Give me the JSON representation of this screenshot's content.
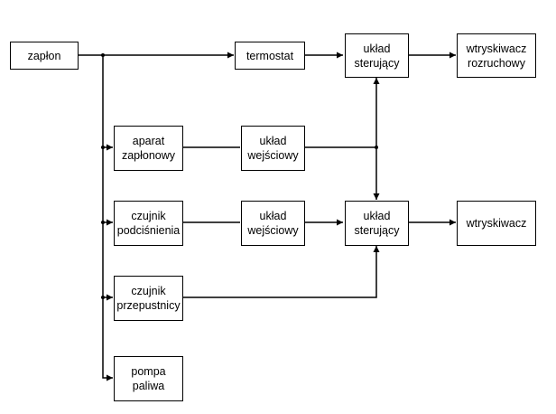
{
  "diagram": {
    "title": "",
    "nodes": {
      "zaplon": {
        "label": "zapłon"
      },
      "termostat": {
        "label": "termostat"
      },
      "uklad_sterujacy_1": {
        "label": "układ\nsterujący"
      },
      "wtryskiwacz_rozruchowy": {
        "label": "wtryskiwacz\nrozruchowy"
      },
      "aparat_zaplonowy": {
        "label": "aparat\nzapłonowy"
      },
      "uklad_wejsciowy_1": {
        "label": "układ\nwejściowy"
      },
      "czujnik_podcisnienia": {
        "label": "czujnik\npodciśnienia"
      },
      "uklad_wejsciowy_2": {
        "label": "układ\nwejściowy"
      },
      "uklad_sterujacy_2": {
        "label": "układ\nsterujący"
      },
      "wtryskiwacz": {
        "label": "wtryskiwacz"
      },
      "czujnik_przepustnicy": {
        "label": "czujnik\nprzepustnicy"
      },
      "pompa_paliwa": {
        "label": "pompa\npaliwa"
      }
    },
    "edges": [
      {
        "from": "zaplon",
        "to": "termostat"
      },
      {
        "from": "zaplon",
        "to": "aparat_zaplonowy"
      },
      {
        "from": "zaplon",
        "to": "czujnik_podcisnienia"
      },
      {
        "from": "zaplon",
        "to": "czujnik_przepustnicy"
      },
      {
        "from": "zaplon",
        "to": "pompa_paliwa"
      },
      {
        "from": "termostat",
        "to": "uklad_sterujacy_1"
      },
      {
        "from": "uklad_sterujacy_1",
        "to": "wtryskiwacz_rozruchowy"
      },
      {
        "from": "aparat_zaplonowy",
        "to": "uklad_wejsciowy_1"
      },
      {
        "from": "uklad_wejsciowy_1",
        "to": "uklad_sterujacy_1"
      },
      {
        "from": "uklad_wejsciowy_1",
        "to": "uklad_sterujacy_2"
      },
      {
        "from": "czujnik_podcisnienia",
        "to": "uklad_wejsciowy_2"
      },
      {
        "from": "uklad_wejsciowy_2",
        "to": "uklad_sterujacy_2"
      },
      {
        "from": "czujnik_przepustnicy",
        "to": "uklad_sterujacy_2"
      },
      {
        "from": "uklad_sterujacy_2",
        "to": "wtryskiwacz"
      }
    ]
  }
}
